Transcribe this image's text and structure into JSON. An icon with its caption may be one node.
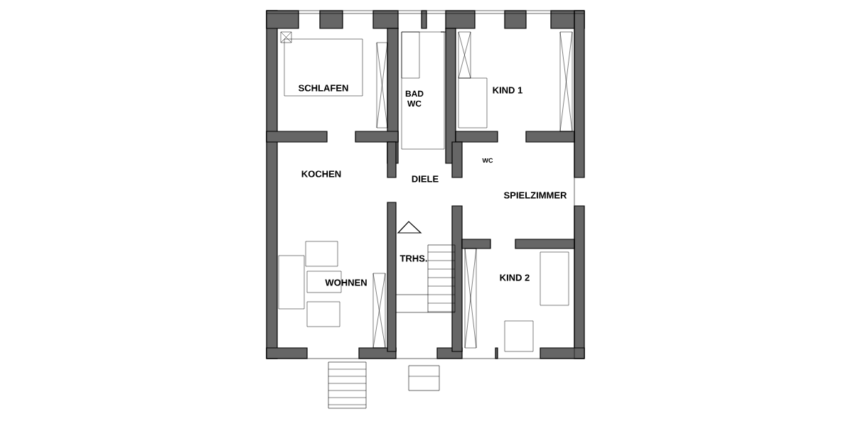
{
  "diagram": {
    "labels": [
      "SCHLAFEN",
      "BAD WC",
      "KIND 1",
      "KOCHEN",
      "DIELE",
      "WC",
      "SPIELZIMMER",
      "TRHS.",
      "WOHNEN",
      "KIND 2"
    ]
  }
}
